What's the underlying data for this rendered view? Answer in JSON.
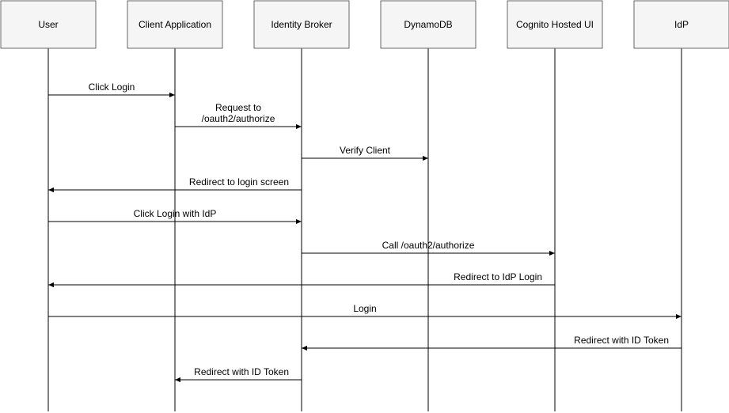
{
  "colors": {
    "box_fill": "#f5f5f5",
    "box_stroke": "#666666",
    "line": "#000000",
    "text": "#000000"
  },
  "participants": [
    {
      "id": "user",
      "label": "User"
    },
    {
      "id": "client",
      "label": "Client Application"
    },
    {
      "id": "broker",
      "label": "Identity Broker"
    },
    {
      "id": "dynamodb",
      "label": "DynamoDB"
    },
    {
      "id": "cognito",
      "label": "Cognito Hosted UI"
    },
    {
      "id": "idp",
      "label": "IdP"
    }
  ],
  "messages": [
    {
      "from": "user",
      "to": "client",
      "lines": [
        "Click Login"
      ]
    },
    {
      "from": "client",
      "to": "broker",
      "lines": [
        "Request to",
        "/oauth2/authorize"
      ]
    },
    {
      "from": "broker",
      "to": "dynamodb",
      "lines": [
        "Verify Client"
      ]
    },
    {
      "from": "broker",
      "to": "user",
      "lines": [
        "Redirect to login screen"
      ]
    },
    {
      "from": "user",
      "to": "broker",
      "lines": [
        "Click Login with IdP"
      ]
    },
    {
      "from": "broker",
      "to": "cognito",
      "lines": [
        "Call /oauth2/authorize"
      ]
    },
    {
      "from": "cognito",
      "to": "user",
      "lines": [
        "Redirect to IdP Login"
      ]
    },
    {
      "from": "user",
      "to": "idp",
      "lines": [
        "Login"
      ]
    },
    {
      "from": "idp",
      "to": "broker",
      "lines": [
        "Redirect with ID Token"
      ]
    },
    {
      "from": "broker",
      "to": "client",
      "lines": [
        "Redirect with ID Token"
      ]
    }
  ]
}
